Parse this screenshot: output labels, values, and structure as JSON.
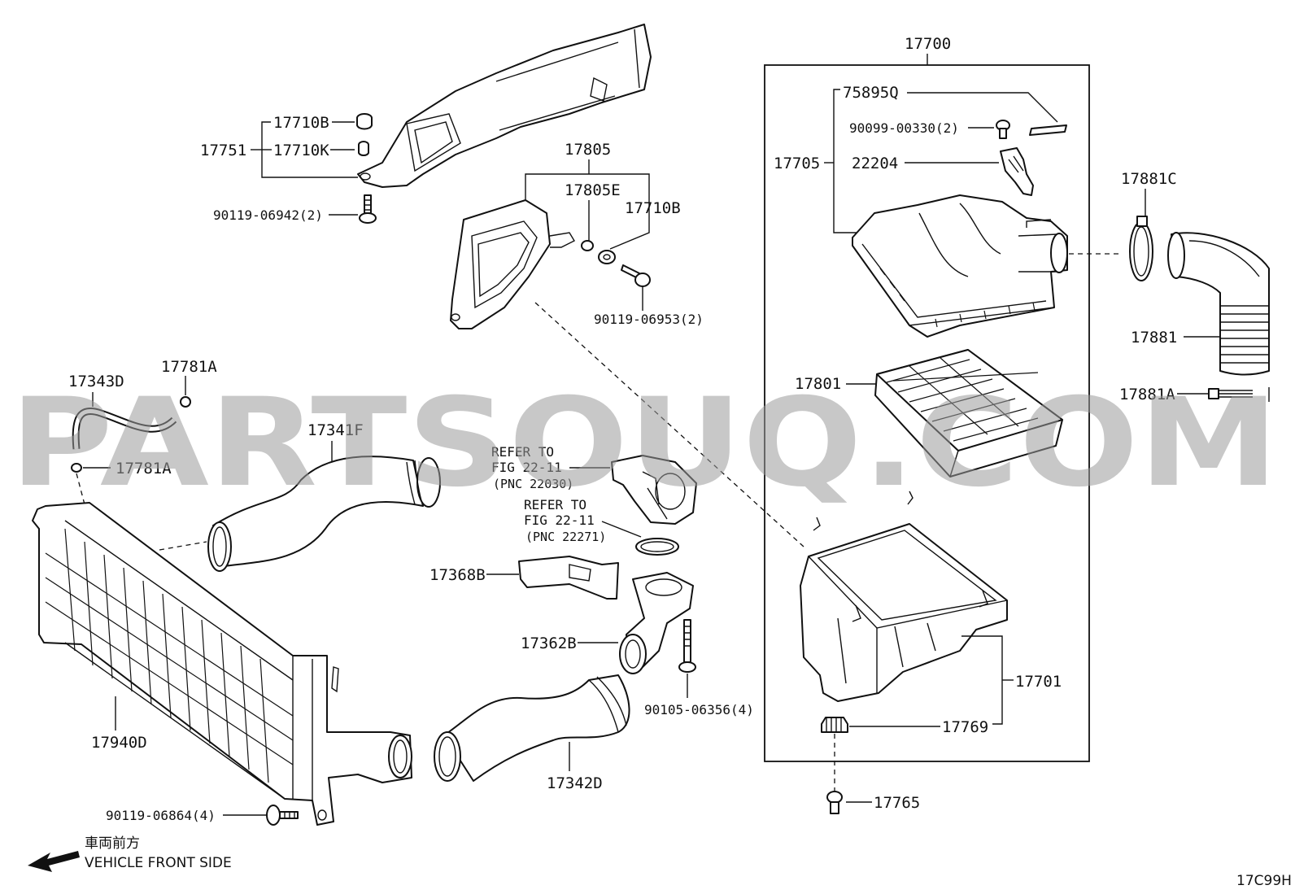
{
  "watermark": "PARTSOUQ.COM",
  "figure_code": "17C99H",
  "direction": {
    "label_jp": "車両前方",
    "label_en": "VEHICLE FRONT SIDE",
    "icon": "arrow-left-icon"
  },
  "labels": {
    "p17700": "17700",
    "p75895Q": "75895Q",
    "p90099": "90099-00330(2)",
    "p17705": "17705",
    "p22204": "22204",
    "p17881C": "17881C",
    "p17881": "17881",
    "p17881A": "17881A",
    "p17801": "17801",
    "p17701": "17701",
    "p17769": "17769",
    "p17765": "17765",
    "p17710B_top": "17710B",
    "p17751": "17751",
    "p17710K": "17710K",
    "p90119_06942": "90119-06942(2)",
    "p17805": "17805",
    "p17805E": "17805E",
    "p17710B_mid": "17710B",
    "p90119_06953": "90119-06953(2)",
    "p17343D": "17343D",
    "p17781A_top": "17781A",
    "p17781A_bot": "17781A",
    "p17341F": "17341F",
    "ref1_line1": "REFER TO",
    "ref1_line2": "FIG 22-11",
    "ref1_line3": "(PNC 22030)",
    "ref2_line1": "REFER TO",
    "ref2_line2": "FIG 22-11",
    "ref2_line3": "(PNC 22271)",
    "p17368B": "17368B",
    "p17362B": "17362B",
    "p90105": "90105-06356(4)",
    "p17940D": "17940D",
    "p17342D": "17342D",
    "p90119_06864": "90119-06864(4)"
  }
}
